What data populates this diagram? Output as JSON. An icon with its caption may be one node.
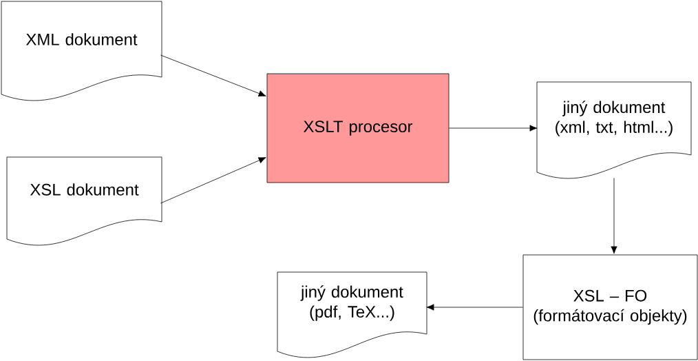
{
  "diagram": {
    "nodes": [
      {
        "text": [
          "XML dokument"
        ]
      },
      {
        "text": [
          "XSL dokument"
        ]
      },
      {
        "text": [
          "XSLT procesor"
        ]
      },
      {
        "text": [
          "jiný dokument (xml, txt, html...)"
        ]
      },
      {
        "text": [
          "XSL – FO (formátovací objekty)"
        ]
      },
      {
        "text": [
          "jiný dokument (pdf, TeX...)"
        ]
      }
    ],
    "edges": [
      {
        "from": 0,
        "to": 2,
        "arrow": "to"
      },
      {
        "from": 1,
        "to": 2,
        "arrow": "to"
      },
      {
        "from": 2,
        "to": 3,
        "arrow": "to"
      },
      {
        "from": 3,
        "to": 4,
        "arrow": "to"
      },
      {
        "from": 4,
        "to": 5,
        "arrow": "to"
      }
    ]
  }
}
